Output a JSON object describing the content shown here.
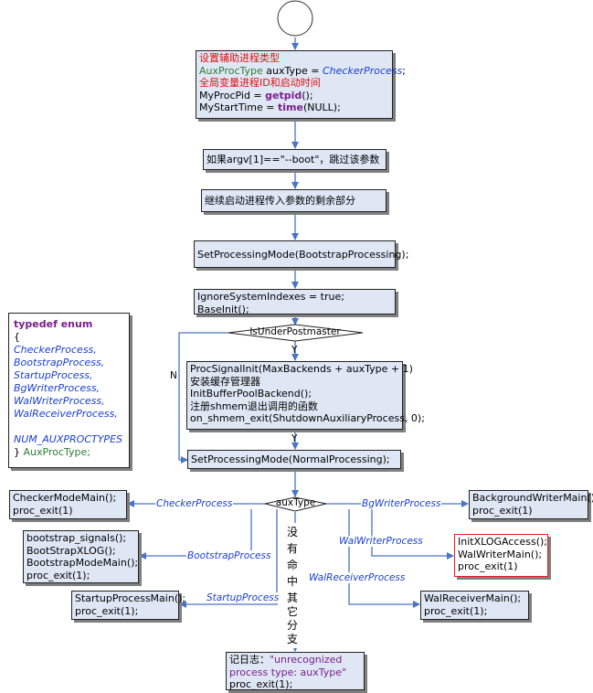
{
  "main_flow": {
    "box1": {
      "line1": "设置辅助进程类型",
      "line2_type": "AuxProcType",
      "line2_mid": " auxType = ",
      "line2_val": "CheckerProcess",
      "line2_end": ";",
      "line3": "全局变量进程ID和启动时间",
      "line4_pre": "MyProcPid = ",
      "line4_fn": "getpid",
      "line4_end": "();",
      "line5_pre": "MyStartTime = ",
      "line5_fn": "time",
      "line5_end": "(NULL);"
    },
    "box2": "如果argv[1]==\"--boot\"，跳过该参数",
    "box3": "继续启动进程传入参数的剩余部分",
    "box4": "SetProcessingMode(BootstrapProcessing);",
    "box5": {
      "line1": "IgnoreSystemIndexes = true;",
      "line2": "BaseInit();"
    },
    "decision1": "IsUnderPostmaster",
    "yes_label": "Y",
    "no_label": "N",
    "box6": {
      "line1": "ProcSignalInit(MaxBackends + auxType + 1)",
      "line2": "安装缓存管理器",
      "line3": "InitBufferPoolBackend();",
      "line4": "注册shmem退出调用的函数",
      "line5": "on_shmem_exit(ShutdownAuxiliaryProcess, 0);"
    },
    "yes_label2": "Y",
    "box7": "SetProcessingMode(NormalProcessing);",
    "decision2": "auxType"
  },
  "enum_box": {
    "line1": "typedef enum",
    "line2": "{",
    "items": [
      "CheckerProcess,",
      "BootstrapProcess,",
      "StartupProcess,",
      "BgWriterProcess,",
      "WalWriterProcess,",
      "WalReceiverProcess,",
      "",
      "NUM_AUXPROCTYPES"
    ],
    "last_pre": "} ",
    "last_name": "AuxProcType;"
  },
  "branches": {
    "checker": {
      "label": "CheckerProcess",
      "line1": "CheckerModeMain();",
      "line2": "proc_exit(1)"
    },
    "bootstrap": {
      "label": "BootstrapProcess",
      "line1": "bootstrap_signals();",
      "line2": "BootStrapXLOG();",
      "line3": "BootstrapModeMain();",
      "line4": "proc_exit(1);"
    },
    "startup": {
      "label": "StartupProcess",
      "line1": "StartupProcessMain();",
      "line2": "proc_exit(1);"
    },
    "bgwriter": {
      "label": "BgWriterProcess",
      "line1": "BackgroundWriterMain();",
      "line2": "proc_exit(1)"
    },
    "walwriter": {
      "label": "WalWriterProcess",
      "line1": "InitXLOGAccess();",
      "line2": "WalWriterMain();",
      "line3": "proc_exit(1)"
    },
    "walreceiver": {
      "label": "WalReceiverProcess",
      "line1": "WalReceiverMain();",
      "line2": "proc_exit(1);"
    },
    "default": {
      "vertical_chars": [
        "没",
        "有",
        "命",
        "中",
        "其",
        "它",
        "分",
        "支"
      ],
      "line1_pre": "记日志：",
      "line1_val": "\"unrecognized",
      "line2_val": "process type",
      "line2_end": ": auxType\"",
      "line3": "proc_exit(1);"
    }
  },
  "colors": {
    "box_fill": "#dfe7f5",
    "arrow": "#4a74c4",
    "highlight_border": "#e02020",
    "label_blue": "#1a3fd0"
  }
}
